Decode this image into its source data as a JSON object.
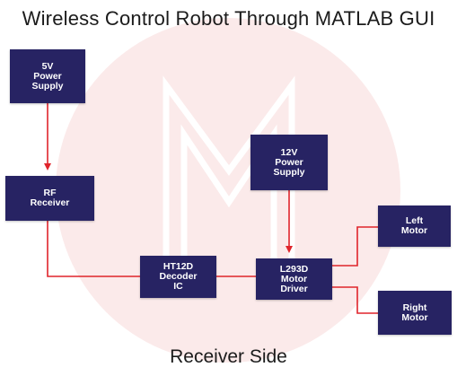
{
  "title": "Wireless Control Robot Through MATLAB GUI",
  "caption": "Receiver Side",
  "colors": {
    "block_fill": "#272363",
    "block_text": "#ffffff",
    "wire": "#e0242b",
    "watermark": "#fbe9e9"
  },
  "watermark_icon": "m-logo-icon",
  "blocks": {
    "power5v": "5V\nPower\nSupply",
    "rf_receiver": "RF\nReceiver",
    "power12v": "12V\nPower\nSupply",
    "decoder": "HT12D\nDecoder\nIC",
    "driver": "L293D\nMotor\nDriver",
    "left_motor": "Left\nMotor",
    "right_motor": "Right\nMotor"
  }
}
